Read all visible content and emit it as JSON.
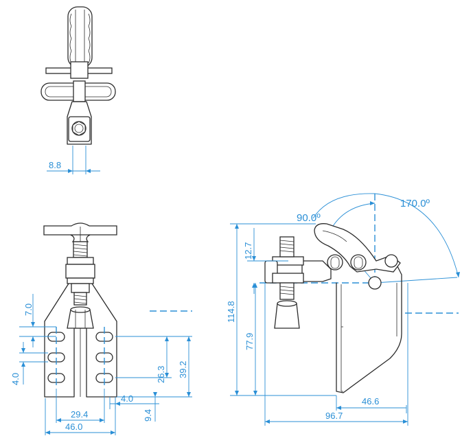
{
  "colors": {
    "dimension": "#2a8fd6",
    "outline": "#2b2b2b",
    "background": "#ffffff"
  },
  "top_view": {
    "dims": {
      "offset": "8.8"
    }
  },
  "front_view": {
    "dims": {
      "pitch_v": "7.0",
      "slot_len": "4.0",
      "h_26": "26.3",
      "h_39": "39.2",
      "edge": "4.0",
      "bottom": "9.4",
      "w_29": "29.4",
      "w_46": "46.0"
    }
  },
  "side_view": {
    "dims": {
      "h_12": "12.7",
      "h_114": "114.8",
      "h_77": "77.9",
      "w_46": "46.6",
      "w_96": "96.7"
    },
    "angles": {
      "open": "90.0º",
      "max": "170.0º"
    }
  }
}
